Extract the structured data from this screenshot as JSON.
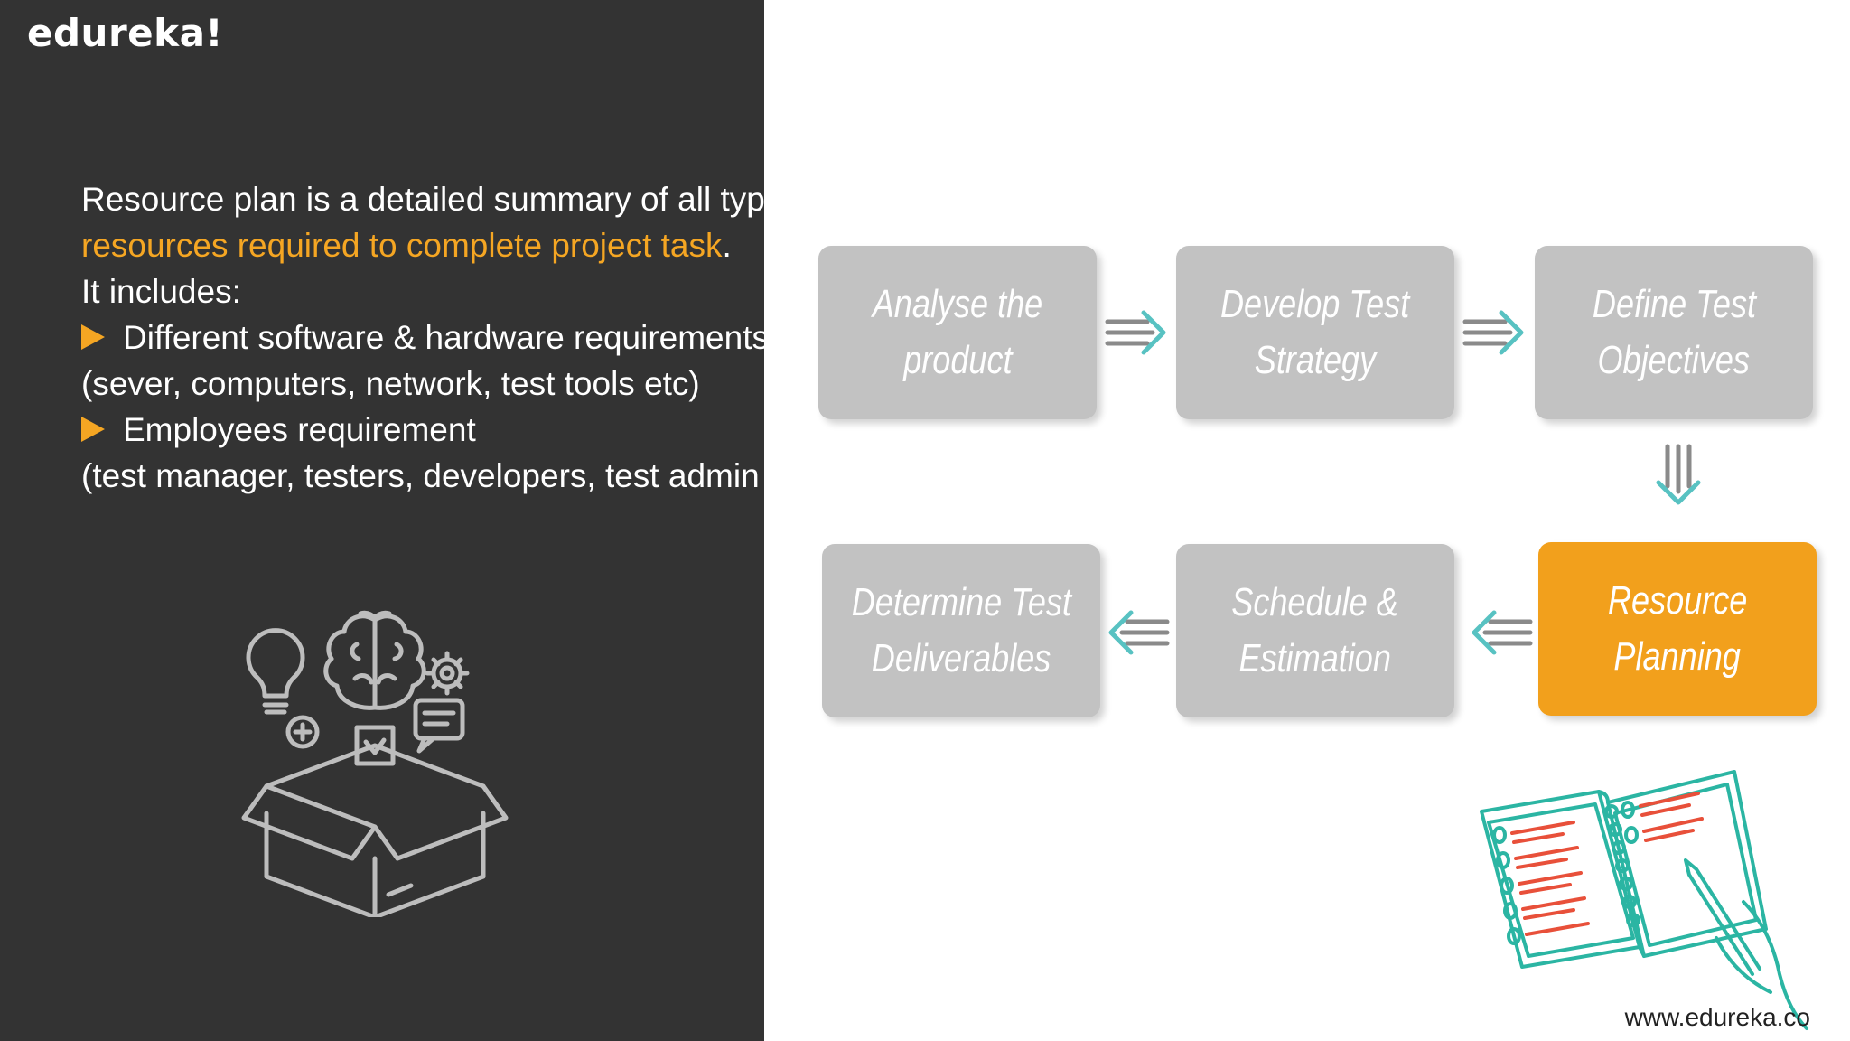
{
  "brand": {
    "logo_text": "edureka!",
    "url": "www.edureka.co"
  },
  "description": {
    "line1": "Resource plan is a detailed summary of all types of",
    "line2_highlight": "resources required to complete project task",
    "line2_end": ".",
    "line3": "It includes:",
    "bullets": [
      {
        "label": "Different software & hardware requirements",
        "detail": "(sever, computers, network, test tools etc)"
      },
      {
        "label": "Employees requirement",
        "detail": "(test manager, testers, developers, test admin etc)"
      }
    ]
  },
  "flow": {
    "steps": [
      {
        "line1": "Analyse the",
        "line2": "product"
      },
      {
        "line1": "Develop Test",
        "line2": "Strategy"
      },
      {
        "line1": "Define Test",
        "line2": "Objectives"
      },
      {
        "line1": "Resource",
        "line2": "Planning"
      },
      {
        "line1": "Schedule &",
        "line2": "Estimation"
      },
      {
        "line1": "Determine Test",
        "line2": "Deliverables"
      }
    ],
    "active_step": "Resource Planning"
  },
  "colors": {
    "left_panel": "#333333",
    "accent": "#f5a623",
    "box": "#c2c2c2",
    "active_box": "#f2a01c",
    "arrow_gray": "#8a8a8a",
    "arrow_teal": "#58c2c2"
  }
}
